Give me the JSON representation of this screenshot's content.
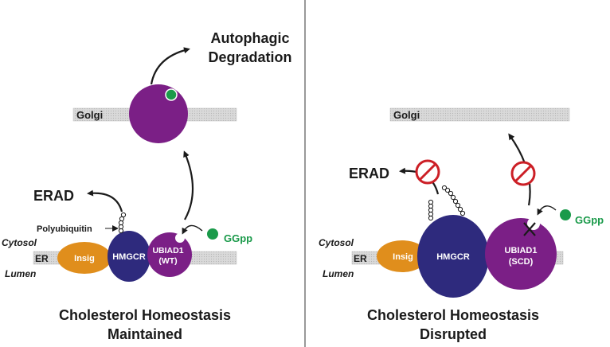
{
  "colors": {
    "purple": "#7b1f86",
    "navy": "#2e2a7d",
    "orange": "#e08e1c",
    "green": "#1a9a4a",
    "membrane": "#d4d4d4",
    "red": "#cc1f26",
    "ink": "#1a1a1a"
  },
  "left": {
    "autophagic_line1": "Autophagic",
    "autophagic_line2": "Degradation",
    "golgi": "Golgi",
    "erad": "ERAD",
    "polyubiquitin": "Polyubiquitin",
    "ggpp": "GGpp",
    "cytosol": "Cytosol",
    "er": "ER",
    "lumen": "Lumen",
    "insig": "Insig",
    "hmgcr": "HMGCR",
    "ubiad1_line1": "UBIAD1",
    "ubiad1_line2": "(WT)",
    "caption_line1": "Cholesterol Homeostasis",
    "caption_line2": "Maintained"
  },
  "right": {
    "golgi": "Golgi",
    "erad": "ERAD",
    "ggpp": "GGpp",
    "cytosol": "Cytosol",
    "er": "ER",
    "lumen": "Lumen",
    "insig": "Insig",
    "hmgcr": "HMGCR",
    "ubiad1_line1": "UBIAD1",
    "ubiad1_line2": "(SCD)",
    "caption_line1": "Cholesterol Homeostasis",
    "caption_line2": "Disrupted"
  }
}
